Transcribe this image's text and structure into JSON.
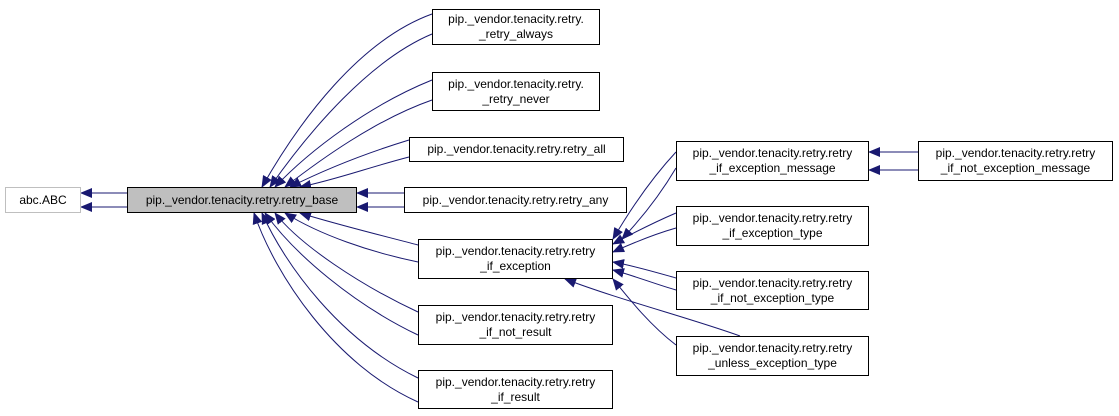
{
  "nodes": {
    "abc": {
      "lines": [
        "abc.ABC"
      ]
    },
    "retry_base": {
      "lines": [
        "pip._vendor.tenacity.retry.retry_base"
      ]
    },
    "retry_always": {
      "lines": [
        "pip._vendor.tenacity.retry.",
        "_retry_always"
      ]
    },
    "retry_never": {
      "lines": [
        "pip._vendor.tenacity.retry.",
        "_retry_never"
      ]
    },
    "retry_all": {
      "lines": [
        "pip._vendor.tenacity.retry.retry_all"
      ]
    },
    "retry_any": {
      "lines": [
        "pip._vendor.tenacity.retry.retry_any"
      ]
    },
    "retry_if_exception": {
      "lines": [
        "pip._vendor.tenacity.retry.retry",
        "_if_exception"
      ]
    },
    "retry_if_not_result": {
      "lines": [
        "pip._vendor.tenacity.retry.retry",
        "_if_not_result"
      ]
    },
    "retry_if_result": {
      "lines": [
        "pip._vendor.tenacity.retry.retry",
        "_if_result"
      ]
    },
    "retry_if_exception_message": {
      "lines": [
        "pip._vendor.tenacity.retry.retry",
        "_if_exception_message"
      ]
    },
    "retry_if_exception_type": {
      "lines": [
        "pip._vendor.tenacity.retry.retry",
        "_if_exception_type"
      ]
    },
    "retry_if_not_exception_type": {
      "lines": [
        "pip._vendor.tenacity.retry.retry",
        "_if_not_exception_type"
      ]
    },
    "retry_unless_exception_type": {
      "lines": [
        "pip._vendor.tenacity.retry.retry",
        "_unless_exception_type"
      ]
    },
    "retry_if_not_exception_message": {
      "lines": [
        "pip._vendor.tenacity.retry.retry",
        "_if_not_exception_message"
      ]
    }
  },
  "colors": {
    "edge": "#191970",
    "focus_fill": "#bfbfbf",
    "external_border": "#bfbfbf",
    "border": "#000000"
  }
}
